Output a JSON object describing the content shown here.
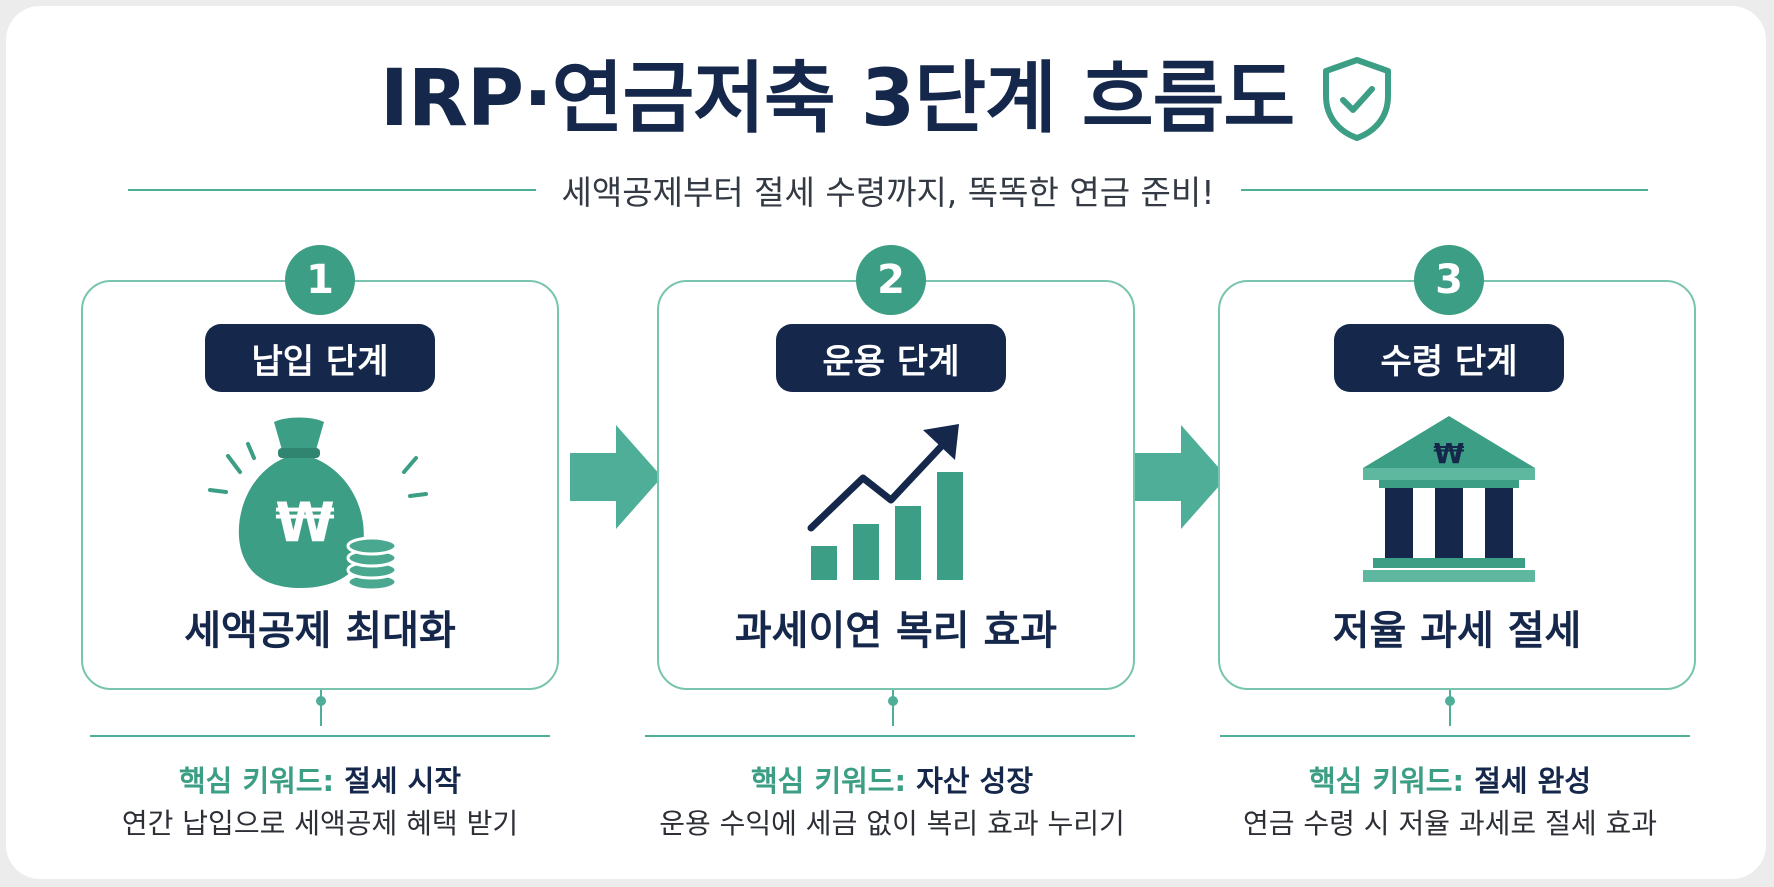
{
  "title": "IRP·연금저축 3단계 흐름도",
  "subtitle": "세액공제부터 절세 수령까지, 똑똑한 연금 준비!",
  "steps": [
    {
      "number": "1",
      "stage": "납입 단계",
      "icon": "money-bag-won-icon",
      "benefit": "세액공제 최대화",
      "keyword_label": "핵심 키워드:",
      "keyword": "절세 시작",
      "description": "연간 납입으로 세액공제 혜택 받기"
    },
    {
      "number": "2",
      "stage": "운용 단계",
      "icon": "growth-chart-icon",
      "benefit": "과세이연 복리 효과",
      "keyword_label": "핵심 키워드:",
      "keyword": "자산 성장",
      "description": "운용 수익에 세금 없이 복리 효과 누리기"
    },
    {
      "number": "3",
      "stage": "수령 단계",
      "icon": "bank-building-icon",
      "benefit": "저율 과세 절세",
      "keyword_label": "핵심 키워드:",
      "keyword": "절세 완성",
      "description": "연금 수령 시 저율 과세로 절세 효과"
    }
  ],
  "won_symbol": "₩",
  "colors": {
    "navy": "#15284b",
    "green": "#3c9e84",
    "light_green": "#78c4af",
    "line": "#4fae97"
  }
}
